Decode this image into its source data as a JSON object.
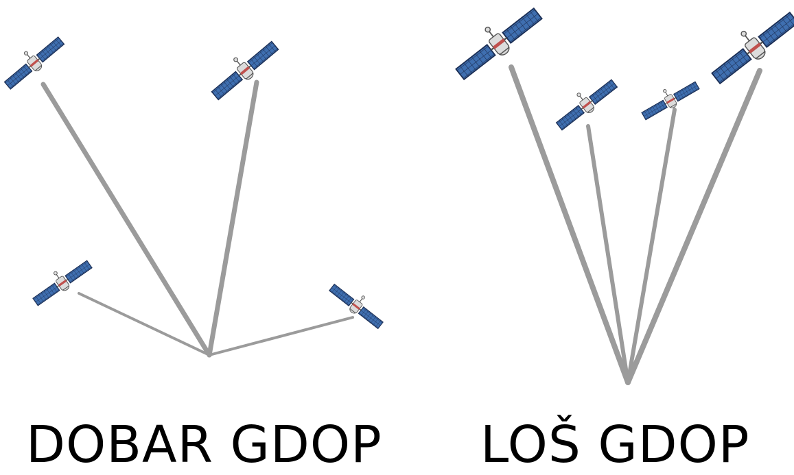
{
  "panels": {
    "good": {
      "caption": "DOBAR GDOP",
      "satellite_count": 4
    },
    "bad": {
      "caption": "LOŠ GDOP",
      "satellite_count": 4
    }
  },
  "colors": {
    "signal_line": "#9b9b9b",
    "panel": "#3f6fb0",
    "panel_grid": "#1c2f55",
    "body": "#dcdcdc",
    "body_band": "#c0504d",
    "dish": "#d8d8d8",
    "text": "#000000"
  },
  "icons": {
    "satellite": "satellite-icon"
  }
}
